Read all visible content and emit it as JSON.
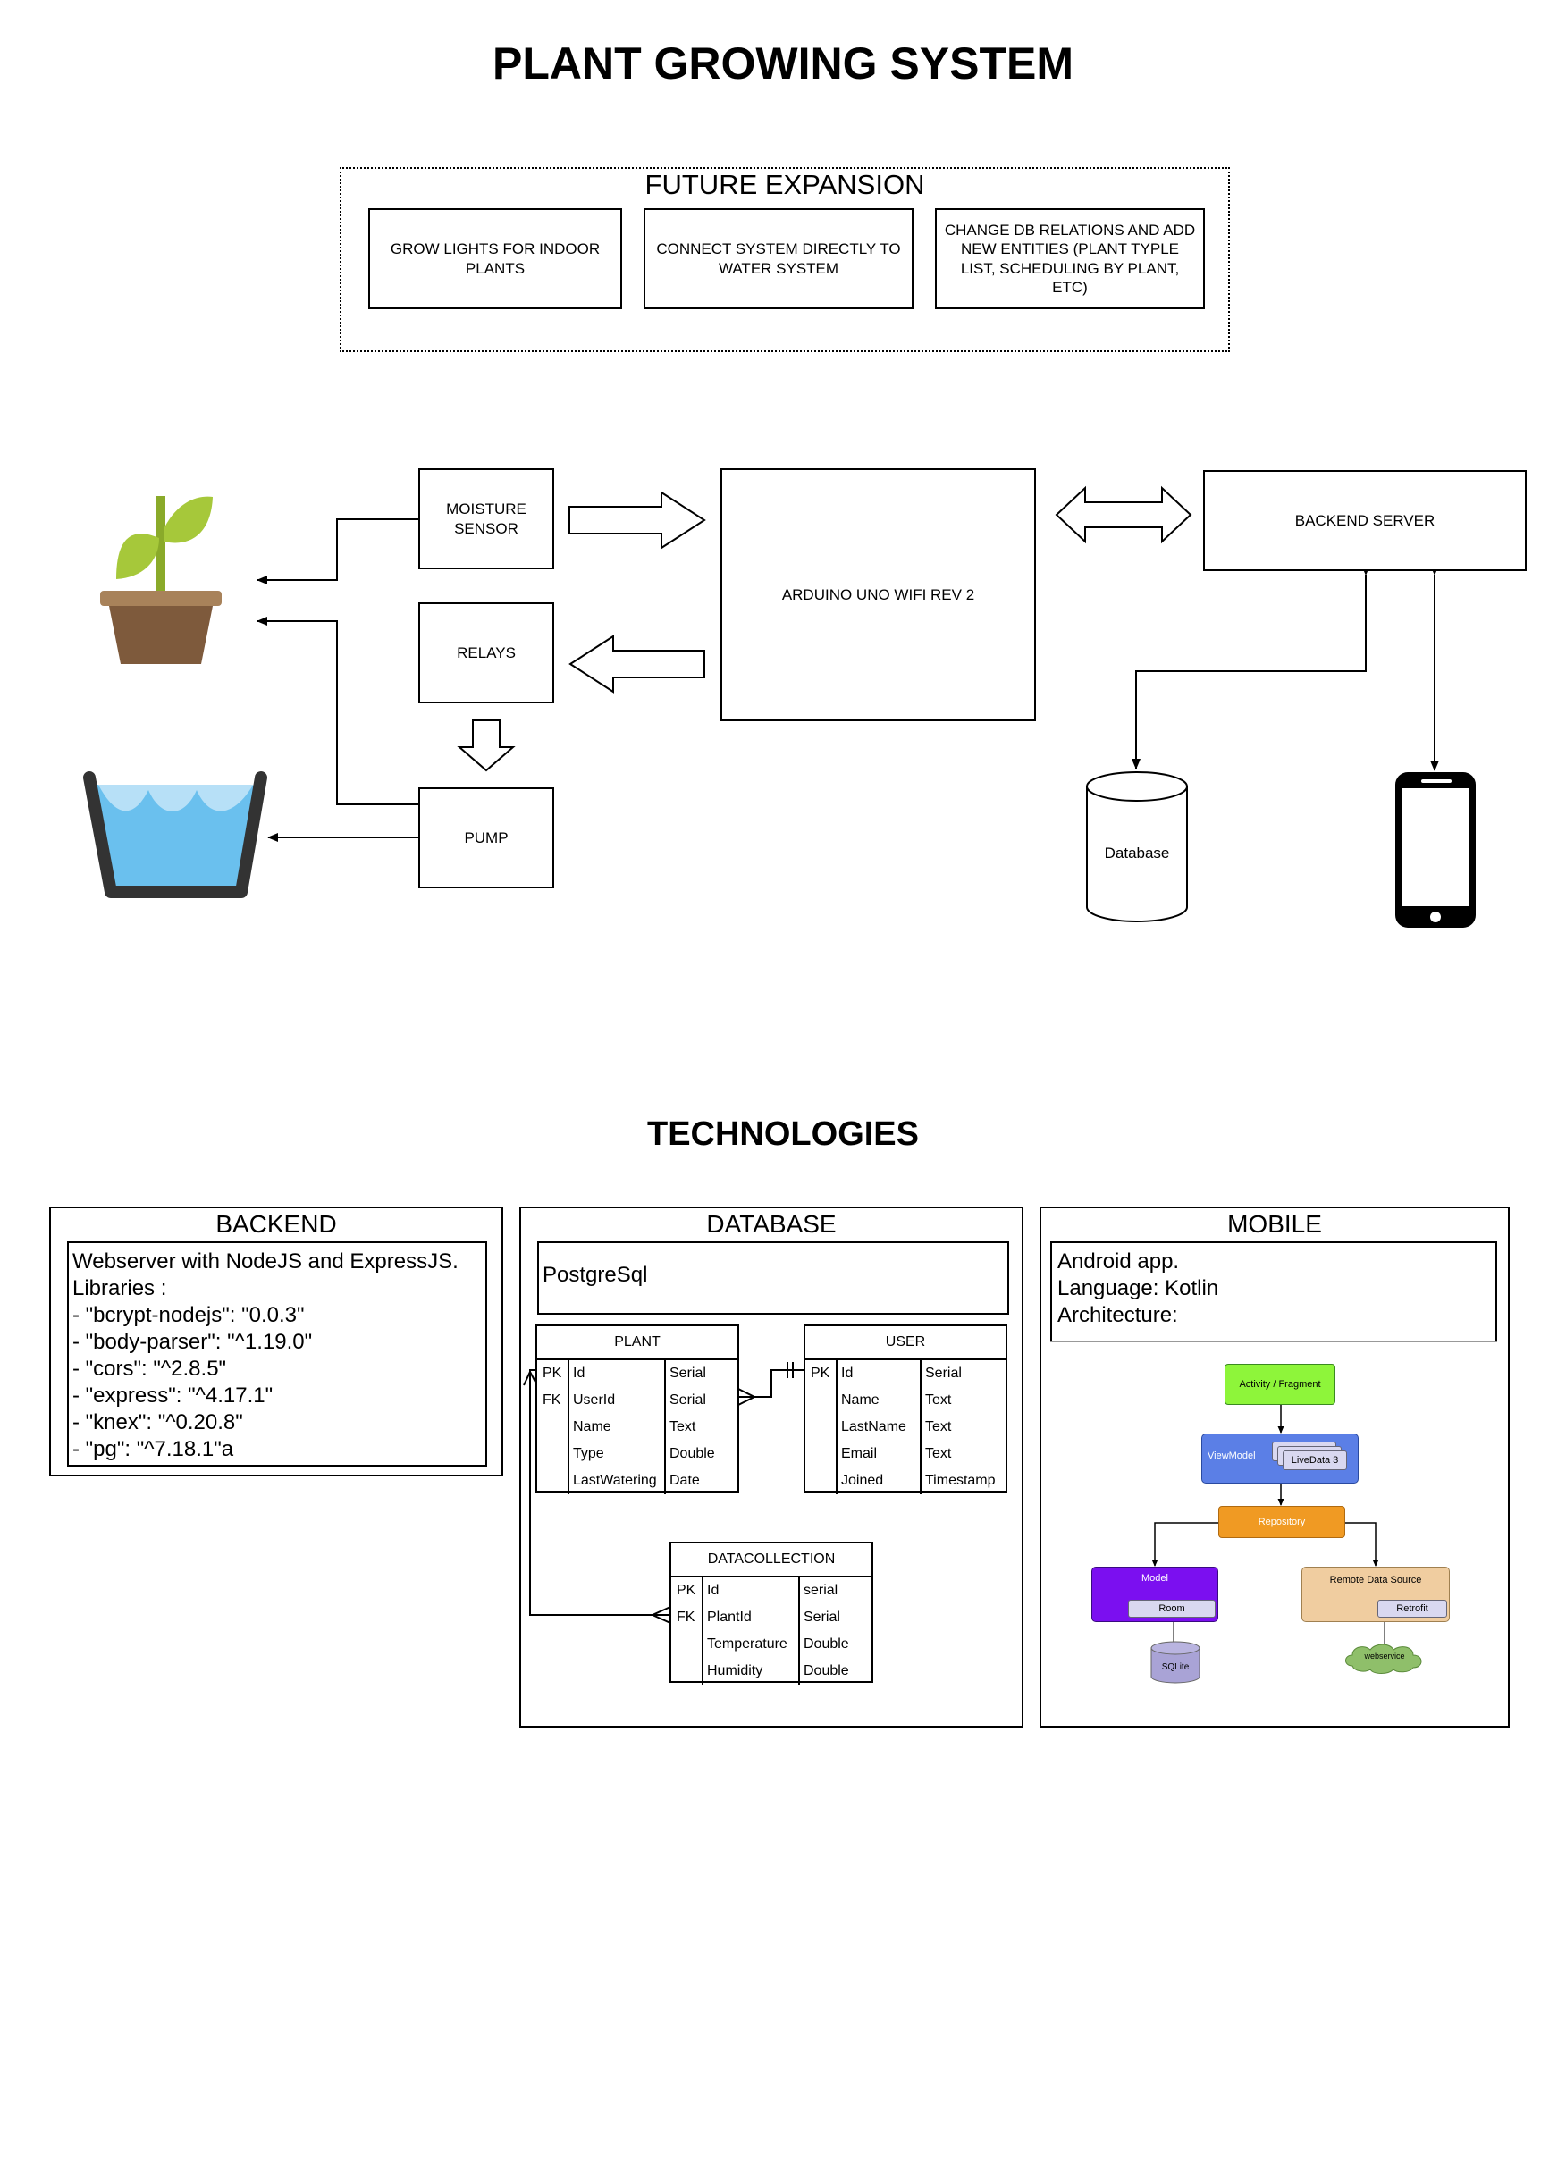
{
  "title": "PLANT GROWING SYSTEM",
  "future": {
    "heading": "FUTURE EXPANSION",
    "items": [
      "GROW LIGHTS FOR INDOOR PLANTS",
      "CONNECT SYSTEM DIRECTLY TO WATER SYSTEM",
      "CHANGE DB RELATIONS AND ADD NEW ENTITIES (PLANT TYPLE LIST, SCHEDULING BY PLANT, ETC)"
    ]
  },
  "system": {
    "moisture_sensor": "MOISTURE SENSOR",
    "relays": "RELAYS",
    "pump": "PUMP",
    "arduino": "ARDUINO UNO WIFI REV 2",
    "backend_server": "BACKEND SERVER",
    "database": "Database",
    "icons": [
      "plant-pot-icon",
      "water-bucket-icon",
      "smartphone-icon"
    ]
  },
  "technologies": {
    "heading": "TECHNOLOGIES",
    "backend": {
      "heading": "BACKEND",
      "lines": [
        "Webserver with NodeJS and ExpressJS.",
        "Libraries :",
        "- \"bcrypt-nodejs\": \"0.0.3\"",
        "- \"body-parser\": \"^1.19.0\"",
        "- \"cors\": \"^2.8.5\"",
        "- \"express\": \"^4.17.1\"",
        "- \"knex\": \"^0.20.8\"",
        "- \"pg\": \"^7.18.1\"a"
      ]
    },
    "database": {
      "heading": "DATABASE",
      "engine": "PostgreSql",
      "tables": {
        "plant": {
          "name": "PLANT",
          "keys": [
            "PK",
            "FK",
            "",
            "",
            ""
          ],
          "fields": [
            "Id",
            "UserId",
            "Name",
            "Type",
            "LastWatering"
          ],
          "types": [
            "Serial",
            "Serial",
            "Text",
            "Double",
            "Date"
          ]
        },
        "user": {
          "name": "USER",
          "keys": [
            "PK",
            "",
            "",
            "",
            ""
          ],
          "fields": [
            "Id",
            "Name",
            "LastName",
            "Email",
            "Joined"
          ],
          "types": [
            "Serial",
            "Text",
            "Text",
            "Text",
            "Timestamp"
          ]
        },
        "datacollection": {
          "name": "DATACOLLECTION",
          "keys": [
            "PK",
            "FK",
            "",
            ""
          ],
          "fields": [
            "Id",
            "PlantId",
            "Temperature",
            "Humidity"
          ],
          "types": [
            "serial",
            "Serial",
            "Double",
            "Double"
          ]
        }
      }
    },
    "mobile": {
      "heading": "MOBILE",
      "lines": [
        "Android app.",
        "Language: Kotlin",
        "Architecture:"
      ],
      "arch": {
        "activity": "Activity / Fragment",
        "viewmodel": "ViewModel",
        "livedata": "LiveData 3",
        "repository": "Repository",
        "model": "Model",
        "room": "Room",
        "sqlite": "SQLite",
        "remote": "Remote Data Source",
        "retrofit": "Retrofit",
        "webservice": "webservice"
      },
      "colors": {
        "activity": "#8ef53a",
        "viewmodel": "#5b7fe6",
        "repository": "#f09a23",
        "model": "#7b0ff0",
        "remote": "#f0cda0",
        "sqlite": "#a9a3d6",
        "webservice": "#8fbf6a"
      }
    }
  }
}
